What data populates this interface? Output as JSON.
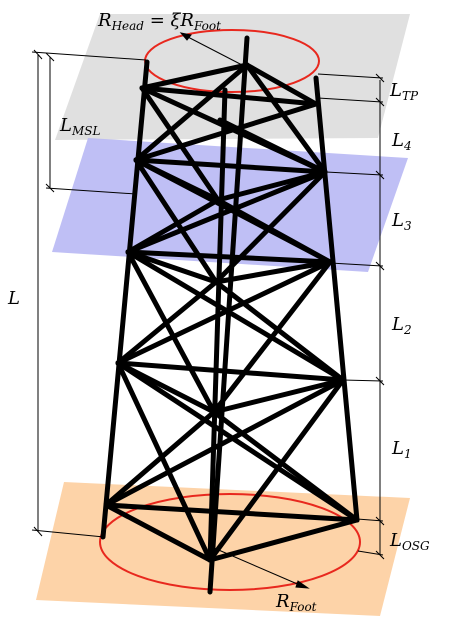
{
  "labels": {
    "r_head": {
      "base": "R",
      "sub": "Head",
      "mid": " = ξR",
      "sub2": "Foot"
    },
    "l_mean_sea_level": {
      "base": "L",
      "sub": "MSL"
    },
    "l_total": {
      "base": "L"
    },
    "l_tp": {
      "base": "L",
      "sub": "TP"
    },
    "l4": {
      "base": "L",
      "sub": "4"
    },
    "l3": {
      "base": "L",
      "sub": "3"
    },
    "l2": {
      "base": "L",
      "sub": "2"
    },
    "l1": {
      "base": "L",
      "sub": "1"
    },
    "l_osg": {
      "base": "L",
      "sub": "OSG"
    },
    "r_foot": {
      "base": "R",
      "sub": "Foot"
    }
  },
  "colors": {
    "top_plane": "#e0e0e0",
    "water_plane": "#b8b8f4",
    "seabed_plane": "#fdd3a8",
    "circle": "#e8281e",
    "structure": "#000000"
  }
}
